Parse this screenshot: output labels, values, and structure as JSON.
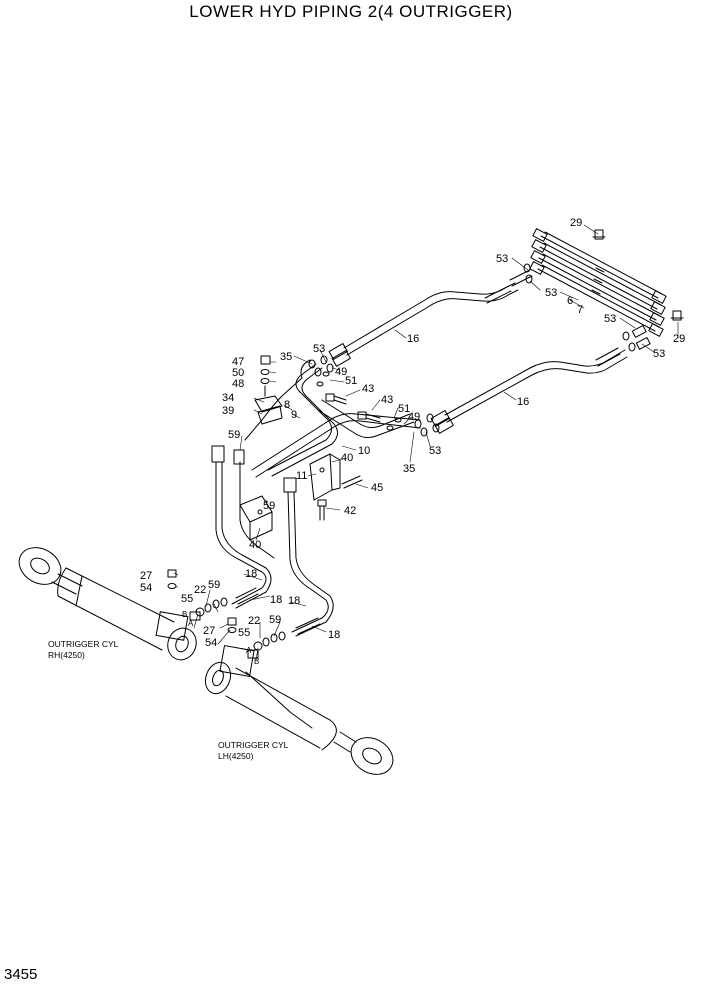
{
  "title": "LOWER HYD PIPING 2(4 OUTRIGGER)",
  "page_number": "3455",
  "callouts": [
    {
      "id": "c29a",
      "text": "29"
    },
    {
      "id": "c53a",
      "text": "53"
    },
    {
      "id": "c53b",
      "text": "53"
    },
    {
      "id": "c6",
      "text": "6"
    },
    {
      "id": "c7",
      "text": "7"
    },
    {
      "id": "c53c",
      "text": "53"
    },
    {
      "id": "c29b",
      "text": "29"
    },
    {
      "id": "c53d",
      "text": "53"
    },
    {
      "id": "c16a",
      "text": "16"
    },
    {
      "id": "c16b",
      "text": "16"
    },
    {
      "id": "c53e",
      "text": "53"
    },
    {
      "id": "c35a",
      "text": "35"
    },
    {
      "id": "c47",
      "text": "47"
    },
    {
      "id": "c50",
      "text": "50"
    },
    {
      "id": "c48",
      "text": "48"
    },
    {
      "id": "c49a",
      "text": "49"
    },
    {
      "id": "c51a",
      "text": "51"
    },
    {
      "id": "c43a",
      "text": "43"
    },
    {
      "id": "c34",
      "text": "34"
    },
    {
      "id": "c8",
      "text": "8"
    },
    {
      "id": "c39",
      "text": "39"
    },
    {
      "id": "c9",
      "text": "9"
    },
    {
      "id": "c43b",
      "text": "43"
    },
    {
      "id": "c51b",
      "text": "51"
    },
    {
      "id": "c49b",
      "text": "49"
    },
    {
      "id": "c53f",
      "text": "53"
    },
    {
      "id": "c59a",
      "text": "59"
    },
    {
      "id": "c10",
      "text": "10"
    },
    {
      "id": "c40a",
      "text": "40"
    },
    {
      "id": "c35b",
      "text": "35"
    },
    {
      "id": "c11",
      "text": "11"
    },
    {
      "id": "c45",
      "text": "45"
    },
    {
      "id": "c59b",
      "text": "59"
    },
    {
      "id": "c42",
      "text": "42"
    },
    {
      "id": "c40b",
      "text": "40"
    },
    {
      "id": "c27a",
      "text": "27"
    },
    {
      "id": "c54a",
      "text": "54"
    },
    {
      "id": "c18a",
      "text": "18"
    },
    {
      "id": "c22a",
      "text": "22"
    },
    {
      "id": "c59c",
      "text": "59"
    },
    {
      "id": "c55a",
      "text": "55"
    },
    {
      "id": "c18b",
      "text": "18"
    },
    {
      "id": "c18c",
      "text": "18"
    },
    {
      "id": "c27b",
      "text": "27"
    },
    {
      "id": "c22b",
      "text": "22"
    },
    {
      "id": "c55b",
      "text": "55"
    },
    {
      "id": "c59d",
      "text": "59"
    },
    {
      "id": "c18d",
      "text": "18"
    },
    {
      "id": "c54b",
      "text": "54"
    }
  ],
  "port_marks": [
    {
      "id": "pbA",
      "text": "B"
    },
    {
      "id": "paA",
      "text": "A"
    },
    {
      "id": "pbB",
      "text": "B"
    },
    {
      "id": "paB",
      "text": "A"
    }
  ],
  "notes": {
    "rh_line1": "OUTRIGGER CYL",
    "rh_line2": "RH(4250)",
    "lh_line1": "OUTRIGGER CYL",
    "lh_line2": "LH(4250)"
  }
}
